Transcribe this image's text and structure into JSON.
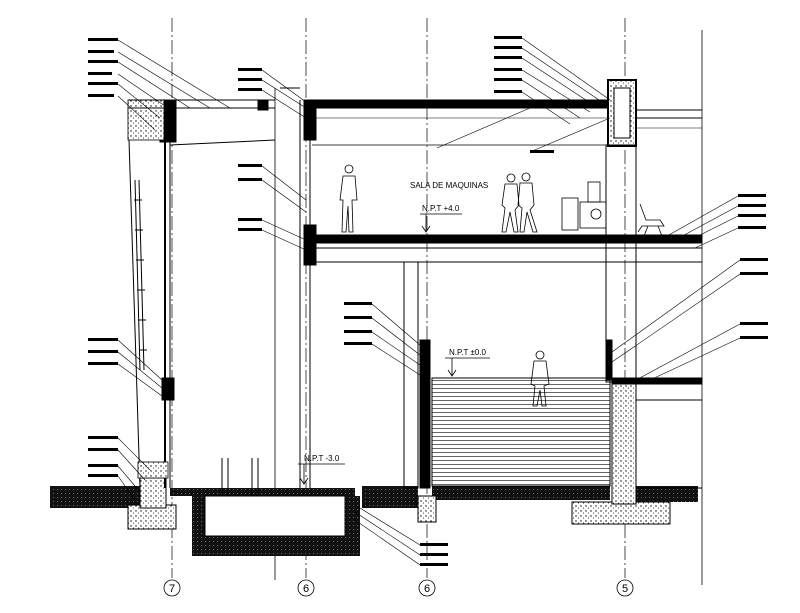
{
  "room_label": "SALA DE MAQUINAS",
  "levels": [
    {
      "id": "upper",
      "text": "N.P.T +4.0"
    },
    {
      "id": "ground",
      "text": "N.P.T ±0.0"
    },
    {
      "id": "basement",
      "text": "N.P.T -3.0"
    }
  ],
  "axes": [
    {
      "id": "a7",
      "text": "7"
    },
    {
      "id": "a6l",
      "text": "6"
    },
    {
      "id": "a6r",
      "text": "6"
    },
    {
      "id": "a5",
      "text": "5"
    }
  ]
}
